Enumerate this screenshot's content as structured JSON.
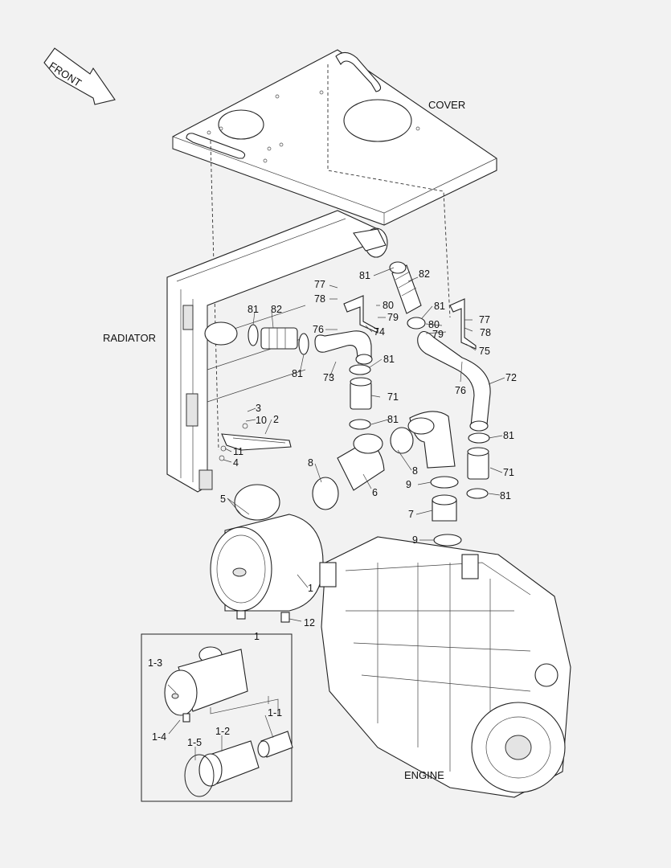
{
  "captions": {
    "front": "FRONT",
    "cover": "COVER",
    "radiator": "RADIATOR",
    "engine": "ENGINE"
  },
  "callouts": {
    "c77a": "77",
    "c78a": "78",
    "c81a": "81",
    "c82a": "82",
    "c80a": "80",
    "c79a": "79",
    "c74": "74",
    "c81b": "81",
    "c82b": "82",
    "c76a": "76",
    "c73": "73",
    "c81c": "81",
    "c81d": "81",
    "c80b": "80",
    "c79b": "79",
    "c77b": "77",
    "c78b": "78",
    "c75": "75",
    "c72": "72",
    "c76b": "76",
    "c81e": "81",
    "c71a": "71",
    "c81f": "81",
    "c3": "3",
    "c10": "10",
    "c2": "2",
    "c11": "11",
    "c4": "4",
    "c8a": "8",
    "c6": "6",
    "c8b": "8",
    "c81g": "81",
    "c71b": "71",
    "c9a": "9",
    "c81h": "81",
    "c5": "5",
    "c7": "7",
    "c9b": "9",
    "c1": "1",
    "c12": "12",
    "c1box": "1",
    "c1_3": "1-3",
    "c1_4": "1-4",
    "c1_1": "1-1",
    "c1_5": "1-5",
    "c1_2": "1-2"
  },
  "colors": {
    "background": "#f2f2f2",
    "line": "#222222"
  }
}
